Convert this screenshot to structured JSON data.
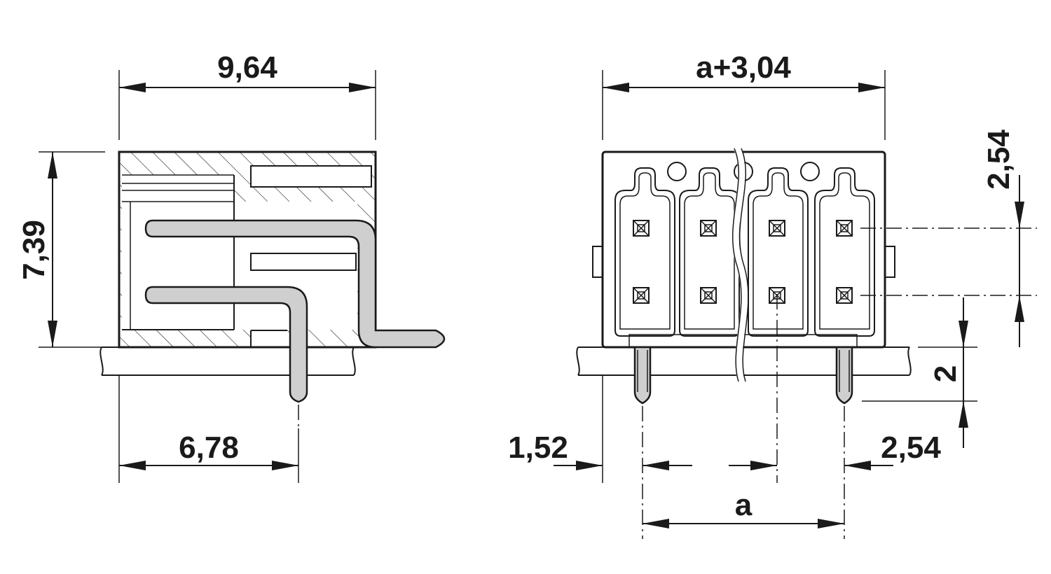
{
  "dimensions": {
    "side_width": "9,64",
    "side_height": "7,39",
    "side_pin_offset": "6,78",
    "front_width": "a+3,04",
    "front_pitch_vertical": "2,54",
    "front_pin_length": "2",
    "front_left_offset": "1,52",
    "front_right_offset": "2,54",
    "front_pitch_a": "a"
  }
}
